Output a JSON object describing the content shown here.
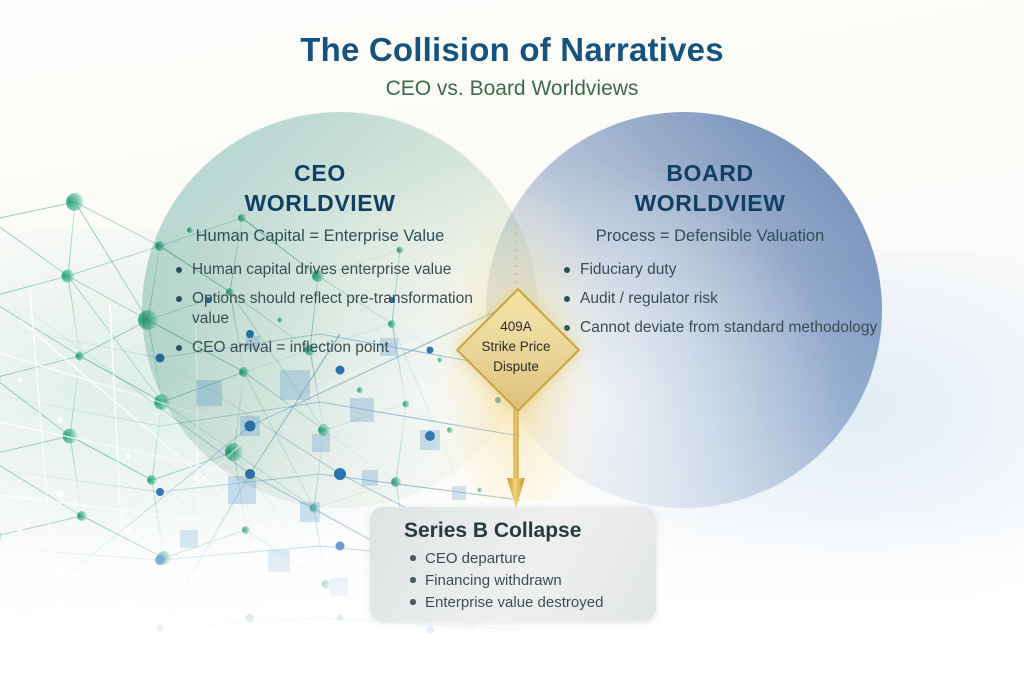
{
  "header": {
    "title": "The Collision of Narratives",
    "subtitle": "CEO vs. Board Worldviews"
  },
  "ceo_side": {
    "heading_line1": "CEO",
    "heading_line2": "WORLDVIEW",
    "subheading": "Human Capital = Enterprise Value",
    "bullets": [
      "Human capital drives enterprise value",
      "Options should reflect pre-transformation value",
      "CEO arrival = inflection point"
    ]
  },
  "board_side": {
    "heading_line1": "BOARD",
    "heading_line2": "WORLDVIEW",
    "subheading": "Process = Defensible Valuation",
    "bullets": [
      "Fiduciary duty",
      "Audit / regulator risk",
      "Cannot deviate from standard methodology"
    ]
  },
  "center_diamond": {
    "line1": "409A",
    "line2": "Strike Price",
    "line3": "Dispute"
  },
  "outcome": {
    "title": "Series B Collapse",
    "bullets": [
      "CEO departure",
      "Financing withdrawn",
      "Enterprise value destroyed"
    ]
  },
  "colors": {
    "title_navy": "#16537e",
    "subtitle_green": "#3d6b4a",
    "heading_navy": "#123f63",
    "body_slate": "#3a4d52",
    "ceo_circle_teal": "#a8d4d2",
    "board_circle_blue": "#5f7fae",
    "diamond_gold": "#e8d193",
    "diamond_border_gold": "#c9a43c",
    "arrow_gold": "#d8ae3c",
    "outcome_box_gray": "#e7eaea",
    "left_network_green": "#2e9e78",
    "right_network_blue": "#3d85c6"
  }
}
